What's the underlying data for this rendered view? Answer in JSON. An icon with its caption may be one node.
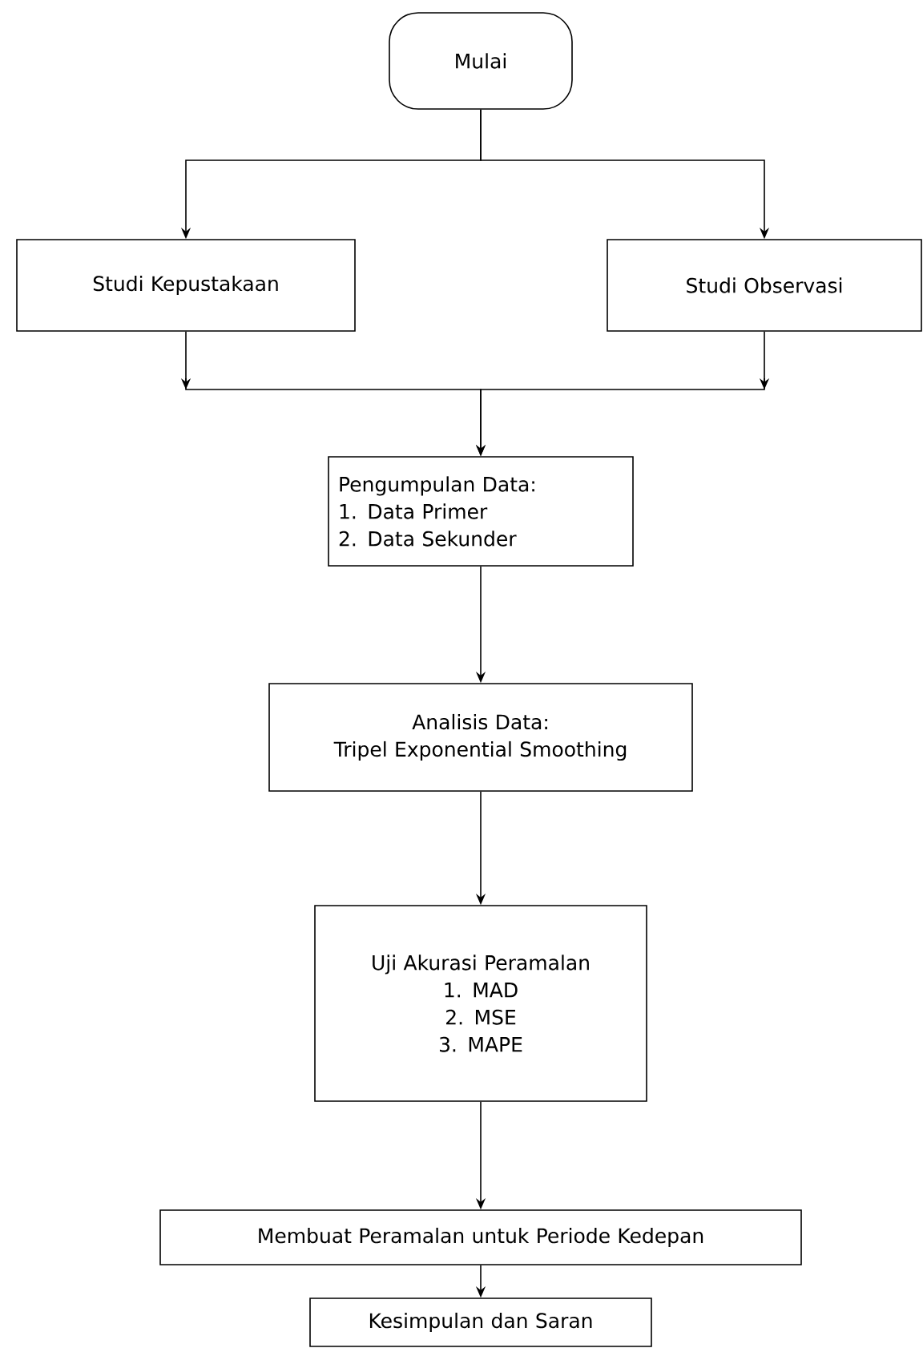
{
  "diagram": {
    "nodes": [
      {
        "text": [
          "Mulai"
        ]
      },
      {
        "text": [
          "Studi Kepustakaan"
        ]
      },
      {
        "text": [
          "Studi Observasi"
        ]
      },
      {
        "text": [
          "Pengumpulan Data:",
          "1. Data Primer",
          "2. Data Sekunder"
        ]
      },
      {
        "text": [
          "Analisis Data:",
          "Tripel Exponential Smoothing"
        ]
      },
      {
        "text": [
          "Uji Akurasi Peramalan",
          "1. MAD",
          "2. MSE",
          "3. MAPE"
        ]
      },
      {
        "text": [
          "Membuat Peramalan untuk Periode Kedepan"
        ]
      },
      {
        "text": [
          "Kesimpulan dan Saran"
        ]
      }
    ],
    "edges": [
      {
        "from": 0,
        "to": 1,
        "arrow": "to"
      },
      {
        "from": 0,
        "to": 2,
        "arrow": "to"
      },
      {
        "from": 1,
        "to": 3,
        "arrow": "to"
      },
      {
        "from": 2,
        "to": 3,
        "arrow": "to"
      },
      {
        "from": 3,
        "to": 4,
        "arrow": "to"
      },
      {
        "from": 4,
        "to": 5,
        "arrow": "to"
      },
      {
        "from": 5,
        "to": 6,
        "arrow": "to"
      },
      {
        "from": 6,
        "to": 7,
        "arrow": "to"
      }
    ]
  }
}
